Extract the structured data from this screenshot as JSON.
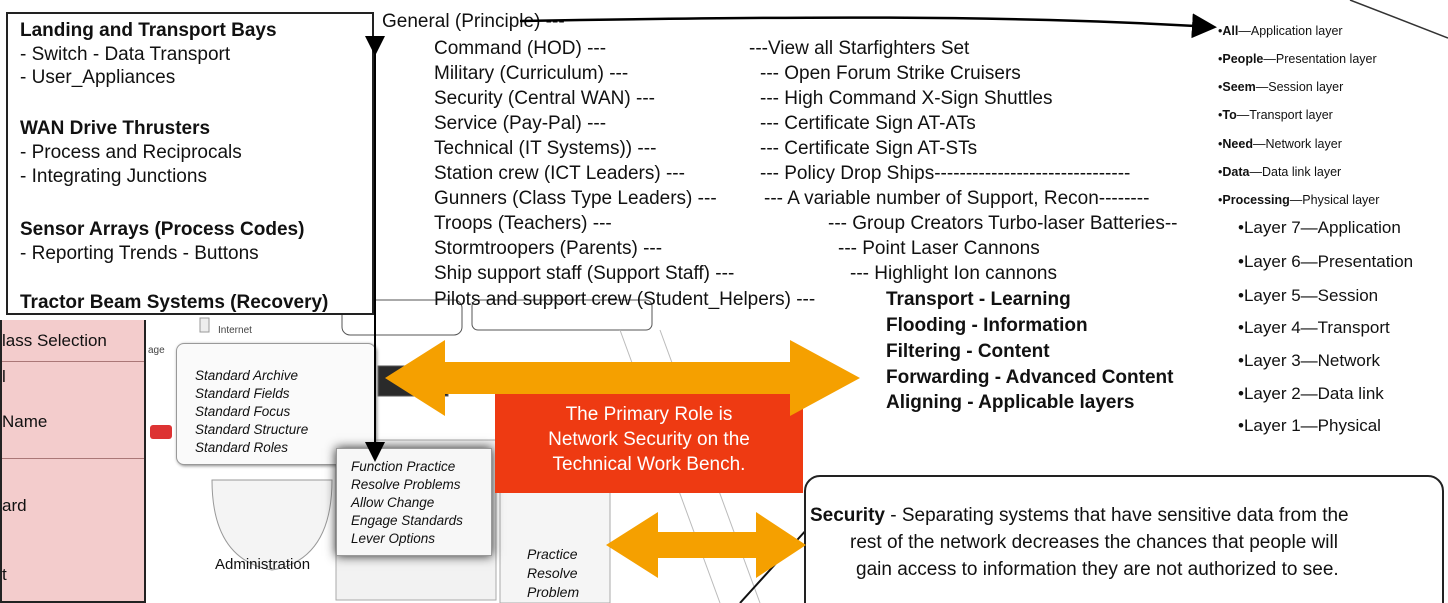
{
  "left_panel": {
    "sections": [
      {
        "heading": "Landing and Transport Bays",
        "items": [
          "- Switch - Data Transport",
          "- User_Appliances"
        ]
      },
      {
        "heading": "WAN Drive Thrusters",
        "items": [
          "- Process and Reciprocals",
          "- Integrating Junctions"
        ]
      },
      {
        "heading": "Sensor Arrays (Process Codes)",
        "items": [
          "- Reporting Trends - Buttons"
        ]
      },
      {
        "heading": "Tractor Beam Systems (Recovery)",
        "items": []
      }
    ]
  },
  "hierarchy": {
    "root": "General (Principle) ---",
    "rows": [
      {
        "role": "Command (HOD) ---",
        "ship": "---View all Starfighters Set"
      },
      {
        "role": "Military (Curriculum) ---",
        "ship": "---  Open Forum Strike Cruisers"
      },
      {
        "role": "Security (Central WAN) ---",
        "ship": "---  High Command X-Sign Shuttles"
      },
      {
        "role": "Service (Pay-Pal) ---",
        "ship": "---  Certificate Sign AT-ATs"
      },
      {
        "role": "Technical (IT Systems)) ---",
        "ship": "---  Certificate Sign AT-STs"
      },
      {
        "role": "Station crew (ICT Leaders) ---",
        "ship": "---  Policy Drop Ships-------------------------------"
      },
      {
        "role": "Gunners (Class Type Leaders) ---",
        "ship": "---  A variable number of Support, Recon--------"
      },
      {
        "role": "Troops (Teachers) ---",
        "ship": "--- Group Creators Turbo-laser Batteries--"
      },
      {
        "role": "Stormtroopers (Parents) ---",
        "ship": "---    Point Laser Cannons"
      },
      {
        "role": "Ship support staff (Support Staff) ---",
        "ship": "--- Highlight Ion cannons"
      },
      {
        "role": "Pilots and support crew (Student_Helpers) ---",
        "ship": "Transport - Learning"
      }
    ],
    "functions": [
      "Flooding - Information",
      "Filtering - Content",
      "Forwarding - Advanced Content",
      "Aligning - Applicable layers"
    ]
  },
  "osi": {
    "mnemonic": [
      {
        "word": "All",
        "layer": "—Application layer"
      },
      {
        "word": "People",
        "layer": "—Presentation layer"
      },
      {
        "word": "Seem",
        "layer": "—Session layer"
      },
      {
        "word": "To",
        "layer": "—Transport layer"
      },
      {
        "word": "Need",
        "layer": "—Network layer"
      },
      {
        "word": "Data",
        "layer": "—Data link layer"
      },
      {
        "word": "Processing",
        "layer": "—Physical layer"
      }
    ],
    "layers": [
      "•Layer 7—Application",
      "•Layer 6—Presentation",
      "•Layer 5—Session",
      "•Layer 4—Transport",
      "•Layer 3—Network",
      "•Layer 2—Data link",
      "•Layer 1—Physical"
    ]
  },
  "ui_fragment": {
    "sidebar": [
      "lass Selection",
      "l",
      "Name",
      "ard",
      "t"
    ],
    "internet_label": "Internet",
    "partial_text": "age",
    "archive_menu": [
      "Standard Archive",
      "Standard Fields",
      "Standard Focus",
      "Standard Structure",
      "Standard Roles"
    ],
    "function_menu": [
      "Function Practice",
      "Resolve Problems",
      "Allow Change",
      "Engage Standards",
      "Lever Options"
    ],
    "admin_label": "Administration",
    "practice_menu": [
      "Practice",
      "Resolve",
      "Problem"
    ]
  },
  "callout": {
    "lines": [
      "The Primary Role is",
      "Network Security on the",
      "Technical Work Bench."
    ]
  },
  "security_note": {
    "term": "Security",
    "line1": " - Separating systems that have sensitive data from the",
    "line2": "rest of the network decreases the chances that people will",
    "line3": "gain access to information they are not authorized to see."
  },
  "colors": {
    "callout_red": "#ee3a12",
    "arrow_orange": "#f5a000",
    "sidebar_pink": "#f3cccc"
  }
}
